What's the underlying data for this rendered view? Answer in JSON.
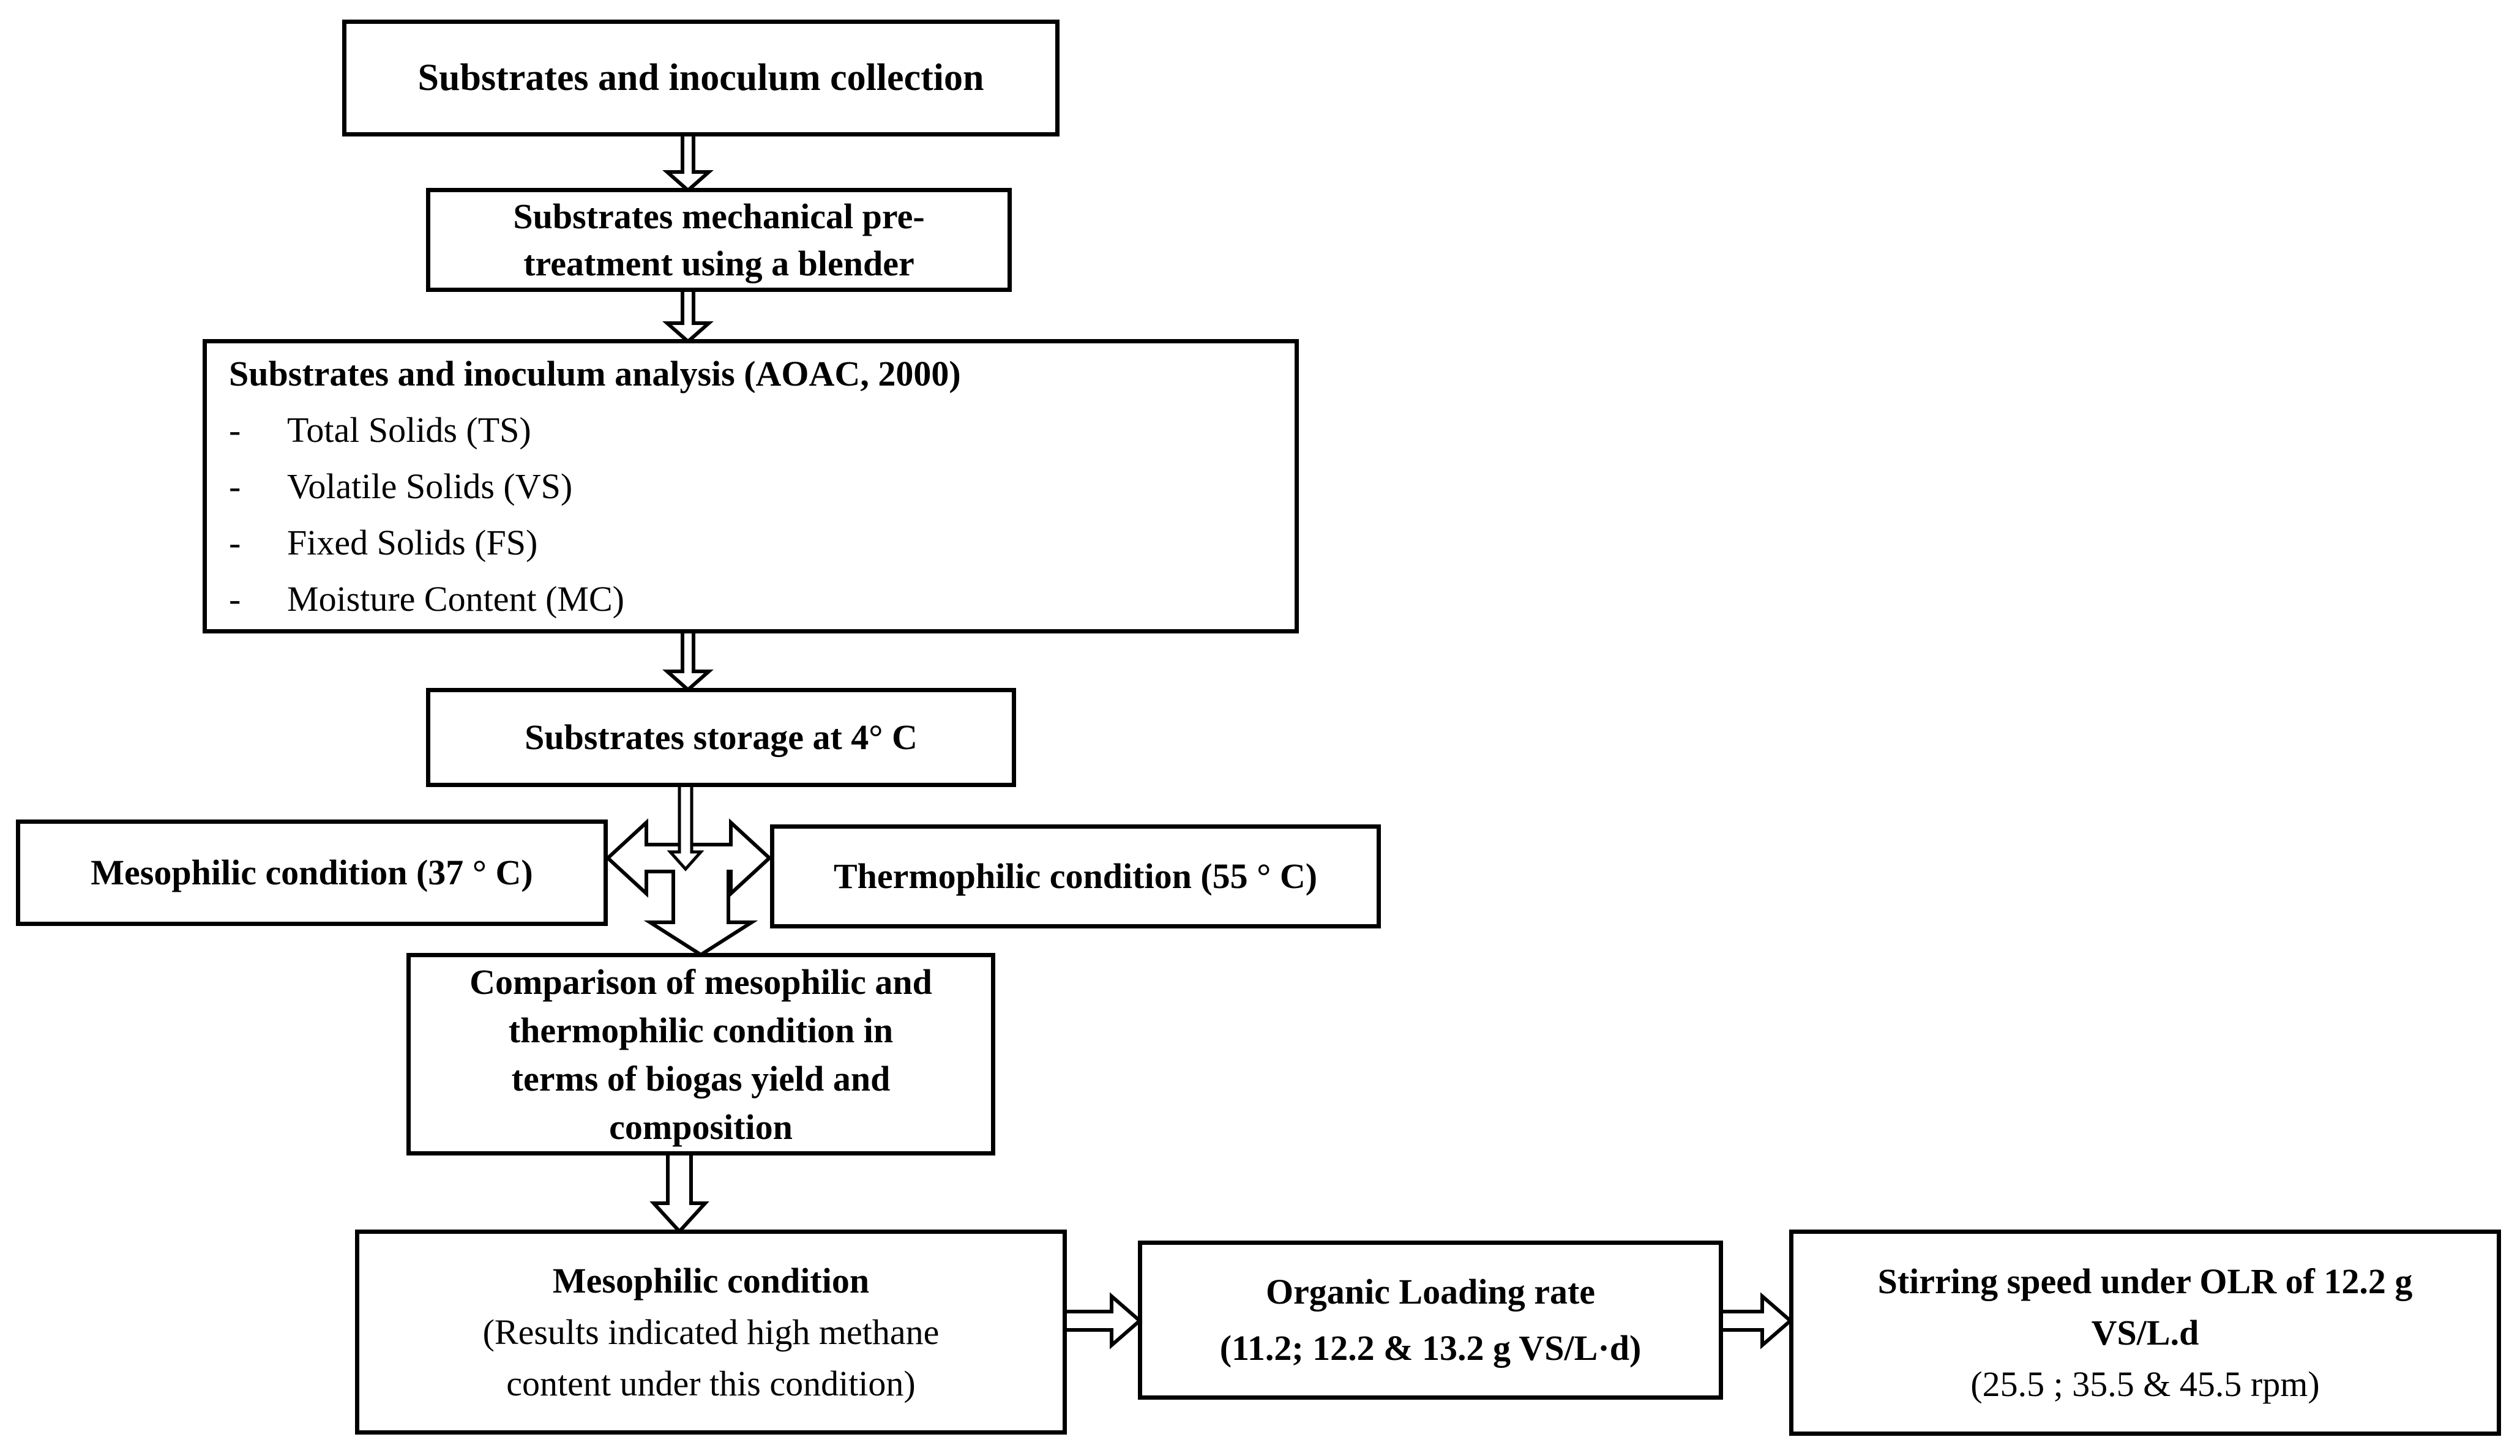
{
  "diagram": {
    "colors": {
      "ink": "#000000",
      "paper": "#ffffff"
    },
    "boxes": {
      "collection": {
        "text": "Substrates and inoculum collection"
      },
      "pretreatment": {
        "text": "Substrates mechanical pre-\ntreatment using a blender"
      },
      "analysis": {
        "heading": "Substrates and inoculum analysis (AOAC, 2000)",
        "bullet": "-",
        "items": [
          "Total Solids (TS)",
          "Volatile Solids (VS)",
          "Fixed Solids (FS)",
          "Moisture Content (MC)"
        ]
      },
      "storage": {
        "text": "Substrates storage at 4° C"
      },
      "mesophilic": {
        "text": "Mesophilic condition (37 ° C)"
      },
      "thermophilic": {
        "text": "Thermophilic condition (55 ° C)"
      },
      "comparison": {
        "text": "Comparison of mesophilic and\nthermophilic condition in\nterms of biogas yield and\ncomposition"
      },
      "mesophilic_result": {
        "title": "Mesophilic condition",
        "subtitle": "(Results indicated high methane\ncontent under this condition)"
      },
      "olr": {
        "title": "Organic Loading rate",
        "subtitle": "(11.2; 12.2 & 13.2 g VS/L·d)"
      },
      "stirring": {
        "title": "Stirring speed under OLR of 12.2 g\nVS/L.d",
        "subtitle": "(25.5 ; 35.5 & 45.5 rpm)"
      }
    }
  }
}
